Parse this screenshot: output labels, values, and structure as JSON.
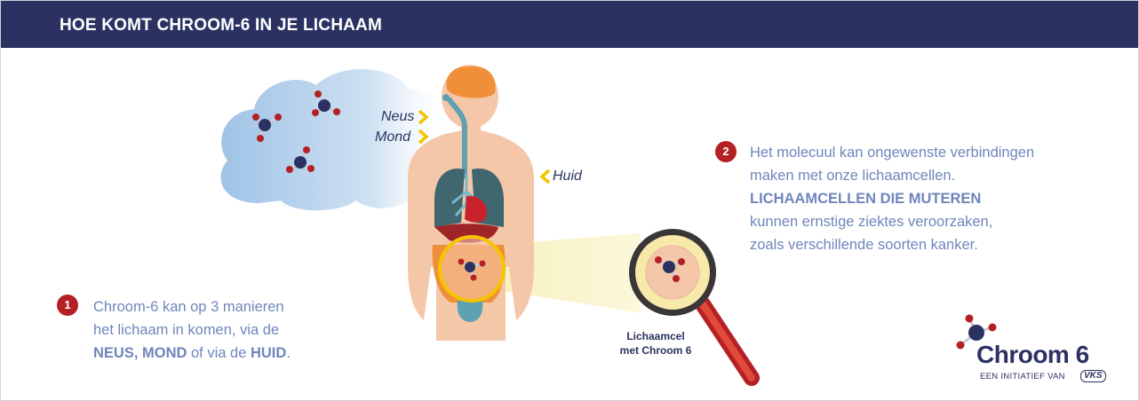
{
  "header": {
    "title": "HOE KOMT CHROOM-6 IN JE LICHAAM"
  },
  "entry_points": {
    "nose": "Neus",
    "mouth": "Mond",
    "skin": "Huid"
  },
  "step1": {
    "number": "1",
    "line1": "Chroom-6 kan op 3 manieren",
    "line2": "het lichaam in komen, via de",
    "bold_nose_mouth": "NEUS, MOND",
    "of_via_de": " of via de ",
    "bold_skin": "HUID",
    "period": "."
  },
  "step2": {
    "number": "2",
    "line1": "Het molecuul kan ongewenste verbindingen",
    "line2": "maken met onze lichaamcellen.",
    "line3": "LICHAAMCELLEN DIE MUTEREN",
    "line4": "kunnen ernstige ziektes veroorzaken,",
    "line5": "zoals verschillende soorten kanker."
  },
  "magnifier": {
    "line1": "Lichaamcel",
    "line2": "met Chroom 6"
  },
  "logo": {
    "name": "Chroom 6",
    "tagline": "EEN INITIATIEF VAN",
    "partner": "VKS"
  },
  "colors": {
    "header_bg": "#2b3262",
    "text_blue": "#6f86bb",
    "badge_red": "#b42025",
    "accent_yellow": "#f5c400"
  }
}
